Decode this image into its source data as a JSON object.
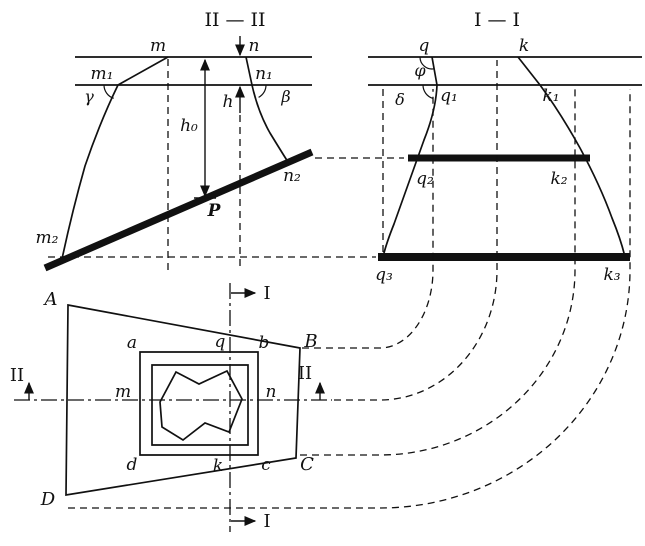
{
  "figure": {
    "section_ii": {
      "title": "II — II",
      "m": "m",
      "n": "n",
      "m1": "m₁",
      "n1": "n₁",
      "m2": "m₂",
      "n2": "n₂",
      "gamma": "γ",
      "beta": "β",
      "h": "h",
      "h0": "h₀",
      "P": "P"
    },
    "section_i": {
      "title": "I — I",
      "q": "q",
      "k": "k",
      "q1": "q₁",
      "k1": "k₁",
      "q2": "q₂",
      "k2": "k₂",
      "q3": "q₃",
      "k3": "k₃",
      "phi": "φ",
      "delta": "δ"
    },
    "plan": {
      "A": "A",
      "B": "B",
      "C": "C",
      "D": "D",
      "a": "a",
      "b": "b",
      "c": "c",
      "d": "d",
      "q": "q",
      "k": "k",
      "m": "m",
      "n": "n"
    },
    "cut_lines": {
      "I": "I",
      "II": "II"
    }
  },
  "colors": {
    "ink": "#111111",
    "background": "#ffffff"
  }
}
